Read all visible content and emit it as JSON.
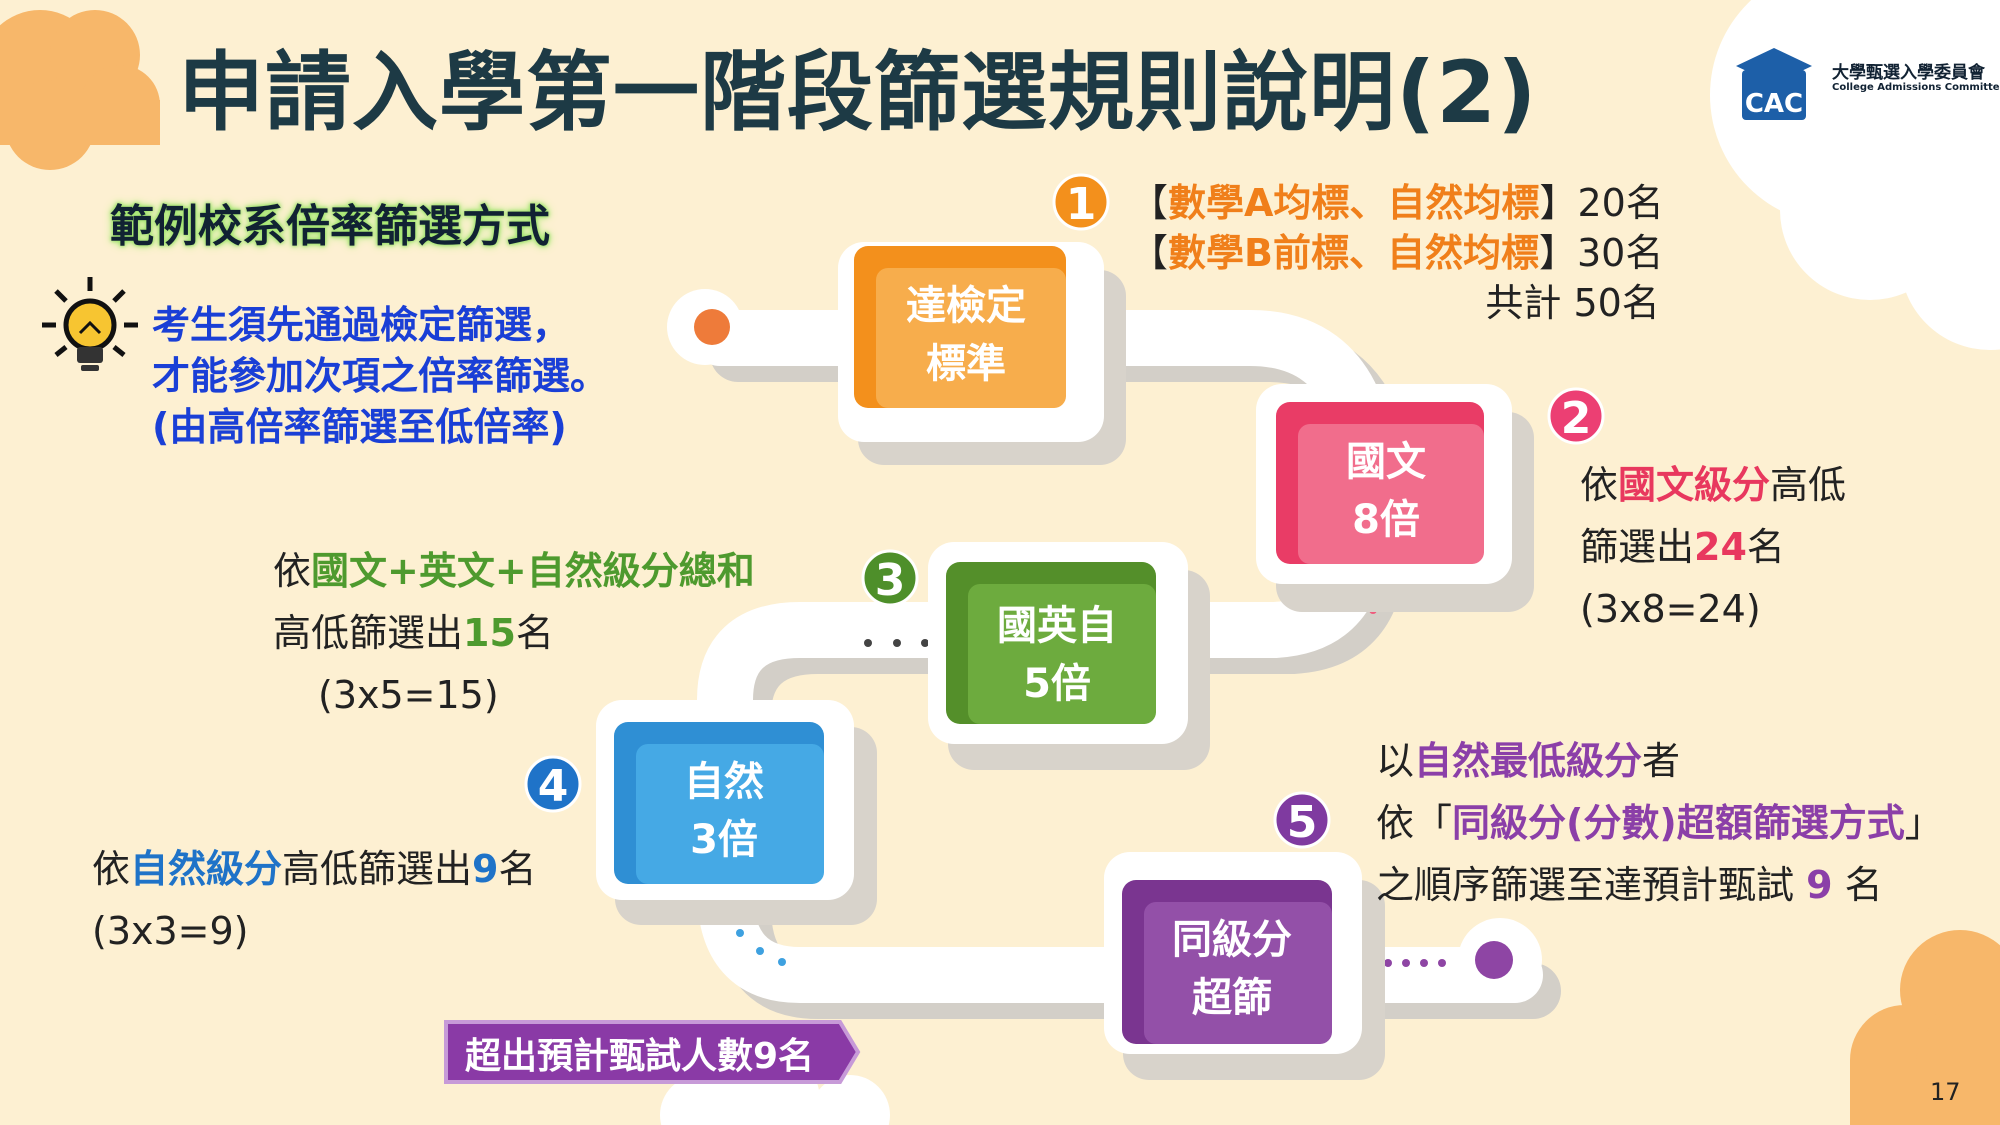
{
  "title": "申請入學第一階段篩選規則說明(2)",
  "subtitle": "範例校系倍率篩選方式",
  "note": {
    "line1": "考生須先通過檢定篩選，",
    "line2": "才能參加次項之倍率篩選。",
    "line3": "(由高倍率篩選至低倍率)"
  },
  "logo": {
    "name": "大學甄選入學委員會",
    "sub": "College Admissions Committee",
    "mark": "CAC"
  },
  "steps": [
    {
      "badge": "1",
      "line1": "達檢定",
      "line2": "標準",
      "color": "#f5a236"
    },
    {
      "badge": "2",
      "line1": "國文",
      "line2": "8倍",
      "color": "#ef5b7d"
    },
    {
      "badge": "3",
      "line1": "國英自",
      "line2": "5倍",
      "color": "#67a73a"
    },
    {
      "badge": "4",
      "line1": "自然",
      "line2": "3倍",
      "color": "#3ea1e0"
    },
    {
      "badge": "5",
      "line1": "同級分",
      "line2": "超篩",
      "color": "#8e45a4"
    }
  ],
  "desc1": {
    "l1_open": "【",
    "l1_hl": "數學A均標、自然均標",
    "l1_close": "】20名",
    "l2_open": "【",
    "l2_hl": "數學B前標、自然均標",
    "l2_close": "】30名",
    "l3": "共計 50名"
  },
  "desc2": {
    "l1_pre": "依",
    "l1_hl": "國文級分",
    "l1_post": "高低",
    "l2_pre": "篩選出",
    "l2_hl": "24",
    "l2_post": "名",
    "l3": "(3x8=24)"
  },
  "desc3": {
    "l1_pre": "依",
    "l1_hl": "國文+英文+自然級分總和",
    "l2_pre": "高低篩選出",
    "l2_hl": "15",
    "l2_post": "名",
    "l3": "(3x5=15)"
  },
  "desc4": {
    "l1_pre": "依",
    "l1_hl": "自然級分",
    "l1_mid": "高低篩選出",
    "l1_num": "9",
    "l1_post": "名",
    "l2": "(3x3=9)"
  },
  "desc5": {
    "l1_pre": "以",
    "l1_hl": "自然最低級分",
    "l1_post": "者",
    "l2_pre": "依「",
    "l2_hl": "同級分(分數)超額篩選方式",
    "l2_post": "」",
    "l3_pre": "之順序篩選至達預計甄試 ",
    "l3_num": "9",
    "l3_post": " 名"
  },
  "tag": "超出預計甄試人數9名",
  "page_number": "17"
}
